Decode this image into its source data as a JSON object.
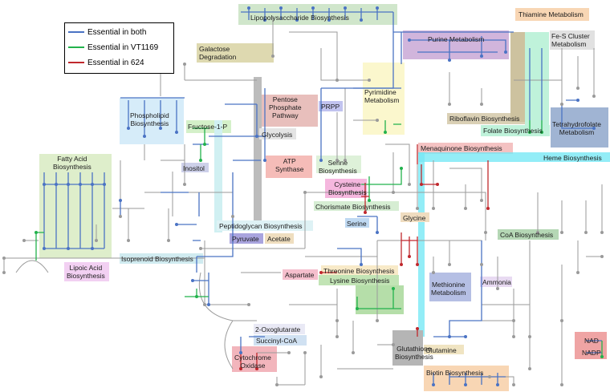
{
  "legend": {
    "items": [
      {
        "label": "Essential in both",
        "color": "#4a73c4"
      },
      {
        "label": "Essential in VT1169",
        "color": "#22b24c"
      },
      {
        "label": "Essential in 624",
        "color": "#c0282d"
      }
    ]
  },
  "pathways": {
    "lipopolysaccharide": "Lipopolysaccharide Biosynthesis",
    "thiamine": "Thiamine Metabolism",
    "fes_cluster": "Fe-S Cluster\nMetabolism",
    "galactose": "Galactose\nDegradation",
    "purine": "Purine Metabolism",
    "pyrimidine": "Pyrimidine\nMetabolism",
    "pentose": "Pentose\nPhosphate\nPathway",
    "prpp": "PRPP",
    "phospholipid": "Phospholipid\nBiosynthesis",
    "fructose": "Fructose-1-P",
    "riboflavin": "Riboflavin Biosynthesis",
    "folate": "Folate Biosynthesis",
    "thf": "Tetrahydrofolate\nMetabolism",
    "glycolysis": "Glycolysis",
    "menaquinone": "Menaquinone Biosynthesis",
    "fatty_acid": "Fatty Acid\nBiosynthesis",
    "atp": "ATP\nSynthase",
    "serine_bio": "Serine\nBiosynthesis",
    "heme": "Heme Biosynthesis",
    "inositol": "Inositol",
    "cysteine": "Cysteine\nBiosynthesis",
    "chorismate": "Chorismate Biosynthesis",
    "peptidoglycan": "Peptidoglycan Biosynthesis",
    "serine": "Serine",
    "glycine": "Glycine",
    "pyruvate": "Pyruvate",
    "acetate": "Acetate",
    "coa": "CoA Biosynthesis",
    "isoprenoid": "Isoprenoid Biosynthesis",
    "lipoic": "Lipoic Acid\nBiosynthesis",
    "aspartate": "Aspartate",
    "threonine": "Threonine Biosynthesis",
    "lysine": "Lysine Biosynthesis",
    "methionine": "Methionine\nMetabolism",
    "ammonia": "Ammonia",
    "oxoglutarate": "2-Oxoglutarate",
    "succinyl": "Succinyl-CoA",
    "cytochrome": "Cytochrome\nOxidase",
    "glutathione": "Glutathione\nBiosynthesis",
    "glutamine": "Glutamine",
    "biotin": "Biotin Biosynthesis",
    "nad": "NAD",
    "nadp": "NADP"
  }
}
